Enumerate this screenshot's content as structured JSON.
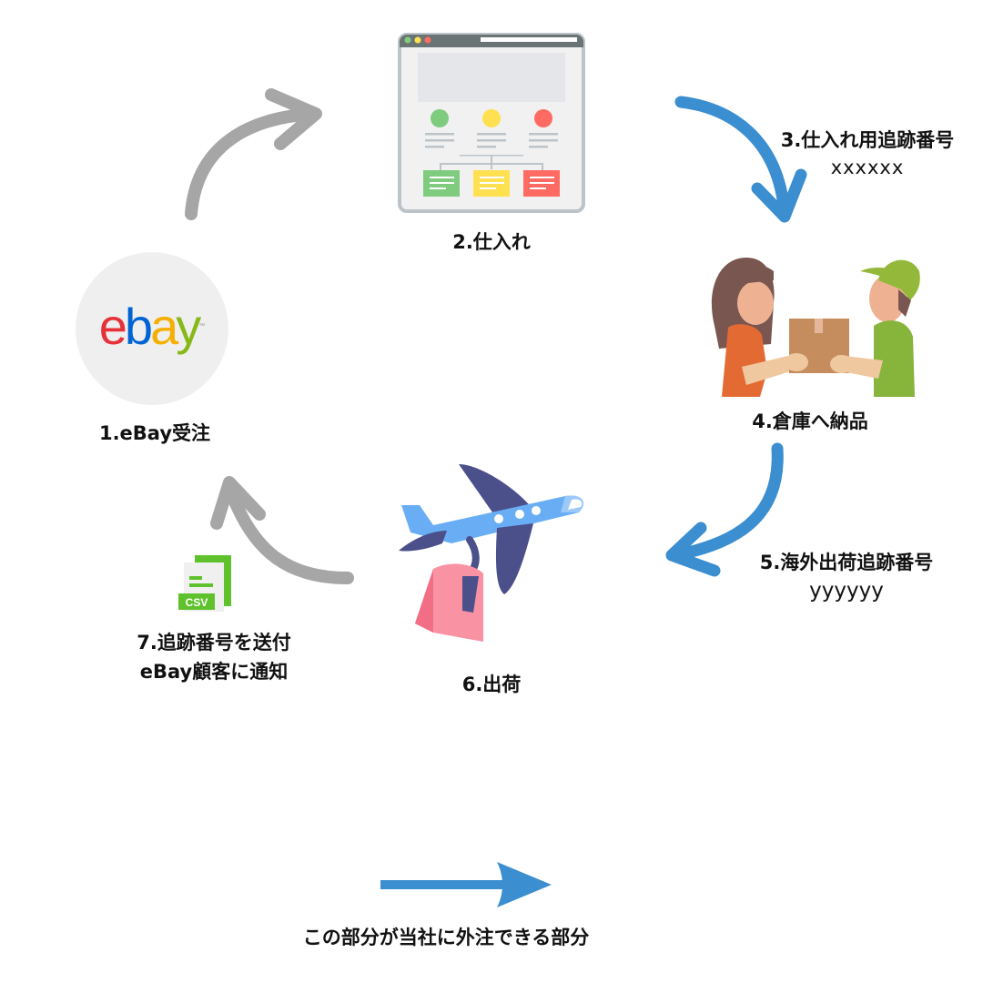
{
  "steps": [
    {
      "id": 1,
      "label": "1.eBay受注",
      "icon": "ebay-logo"
    },
    {
      "id": 2,
      "label": "2.仕入れ",
      "icon": "browser-flowchart-icon"
    },
    {
      "id": 3,
      "label": "3.仕入れ用追跡番号",
      "sub": "xxxxxx",
      "icon": "arrow"
    },
    {
      "id": 4,
      "label": "4.倉庫へ納品",
      "icon": "package-handover-icon"
    },
    {
      "id": 5,
      "label": "5.海外出荷追跡番号",
      "sub": "yyyyyy",
      "icon": "arrow"
    },
    {
      "id": 6,
      "label": "6.出荷",
      "icon": "airplane-bag-icon"
    },
    {
      "id": 7,
      "label_line1": "7.追跡番号を送付",
      "label_line2": "eBay顧客に通知",
      "icon": "csv-file-icon"
    }
  ],
  "ebay_logo": {
    "e": "e",
    "b": "b",
    "a": "a",
    "y": "y",
    "tm": "™",
    "colors": {
      "e": "#e53238",
      "b": "#0064d2",
      "a": "#f5af02",
      "y": "#86b817"
    }
  },
  "csv_label": "CSV",
  "legend": {
    "text": "この部分が当社に外注できる部分",
    "arrow_color": "#3b8ecf"
  },
  "colors": {
    "outsourced_arrow": "#3b8ecf",
    "inhouse_arrow": "#a6a6a6"
  }
}
